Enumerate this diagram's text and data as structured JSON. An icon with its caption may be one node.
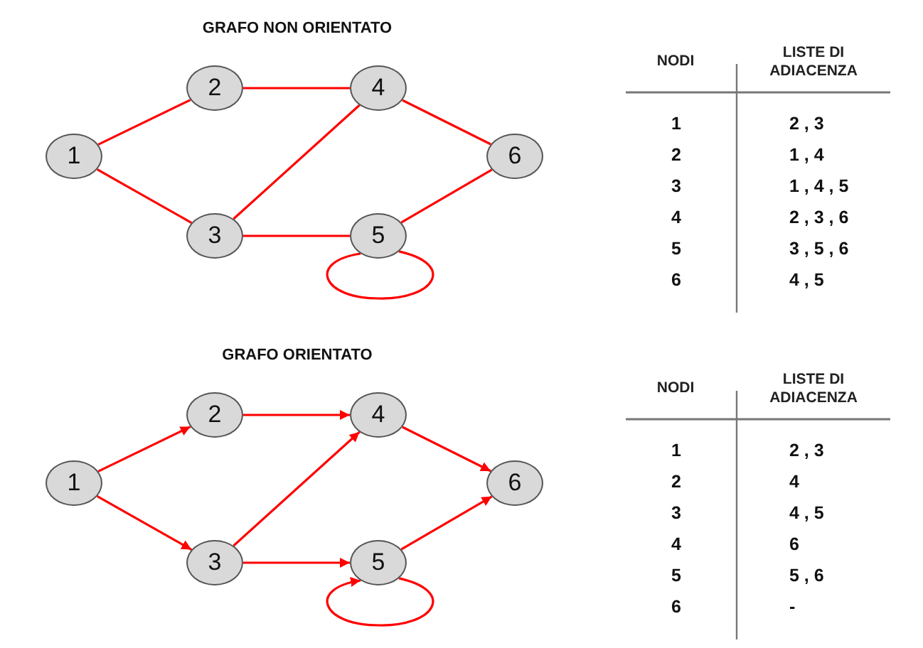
{
  "diagram": {
    "nodes": [
      {
        "text": [
          "1"
        ]
      },
      {
        "text": [
          "2"
        ]
      },
      {
        "text": [
          "3"
        ]
      },
      {
        "text": [
          "4"
        ]
      },
      {
        "text": [
          "5"
        ]
      },
      {
        "text": [
          "6"
        ]
      },
      {
        "text": [
          "1"
        ]
      },
      {
        "text": [
          "2"
        ]
      },
      {
        "text": [
          "3"
        ]
      },
      {
        "text": [
          "4"
        ]
      },
      {
        "text": [
          "5"
        ]
      },
      {
        "text": [
          "6"
        ]
      }
    ],
    "edges": [
      {
        "from": 0,
        "to": 1,
        "arrow": "none"
      },
      {
        "from": 0,
        "to": 2,
        "arrow": "none"
      },
      {
        "from": 1,
        "to": 3,
        "arrow": "none"
      },
      {
        "from": 2,
        "to": 3,
        "arrow": "none"
      },
      {
        "from": 2,
        "to": 4,
        "arrow": "none"
      },
      {
        "from": 3,
        "to": 5,
        "arrow": "none"
      },
      {
        "from": 4,
        "to": 5,
        "arrow": "none"
      },
      {
        "from": 4,
        "to": 4,
        "arrow": "none"
      },
      {
        "from": 6,
        "to": 7,
        "arrow": "to"
      },
      {
        "from": 6,
        "to": 8,
        "arrow": "to"
      },
      {
        "from": 7,
        "to": 9,
        "arrow": "to"
      },
      {
        "from": 8,
        "to": 9,
        "arrow": "to"
      },
      {
        "from": 8,
        "to": 10,
        "arrow": "to"
      },
      {
        "from": 9,
        "to": 11,
        "arrow": "to"
      },
      {
        "from": 10,
        "to": 11,
        "arrow": "to"
      },
      {
        "from": 10,
        "to": 10,
        "arrow": "to"
      }
    ],
    "labels": [
      "GRAFO NON ORIENTATO",
      "NODI",
      "LISTE DI ADIACENZA",
      "1",
      "2 , 3",
      "2",
      "1 , 4",
      "3",
      "1 , 4 , 5",
      "4",
      "2 , 3 , 6",
      "5",
      "3 , 5 , 6",
      "6",
      "4 , 5",
      "GRAFO ORIENTATO",
      "NODI",
      "LISTE DI ADIACENZA",
      "1",
      "2 , 3",
      "2",
      "4",
      "3",
      "4 , 5",
      "4",
      "6",
      "5",
      "5 , 6",
      "6",
      "-"
    ]
  }
}
